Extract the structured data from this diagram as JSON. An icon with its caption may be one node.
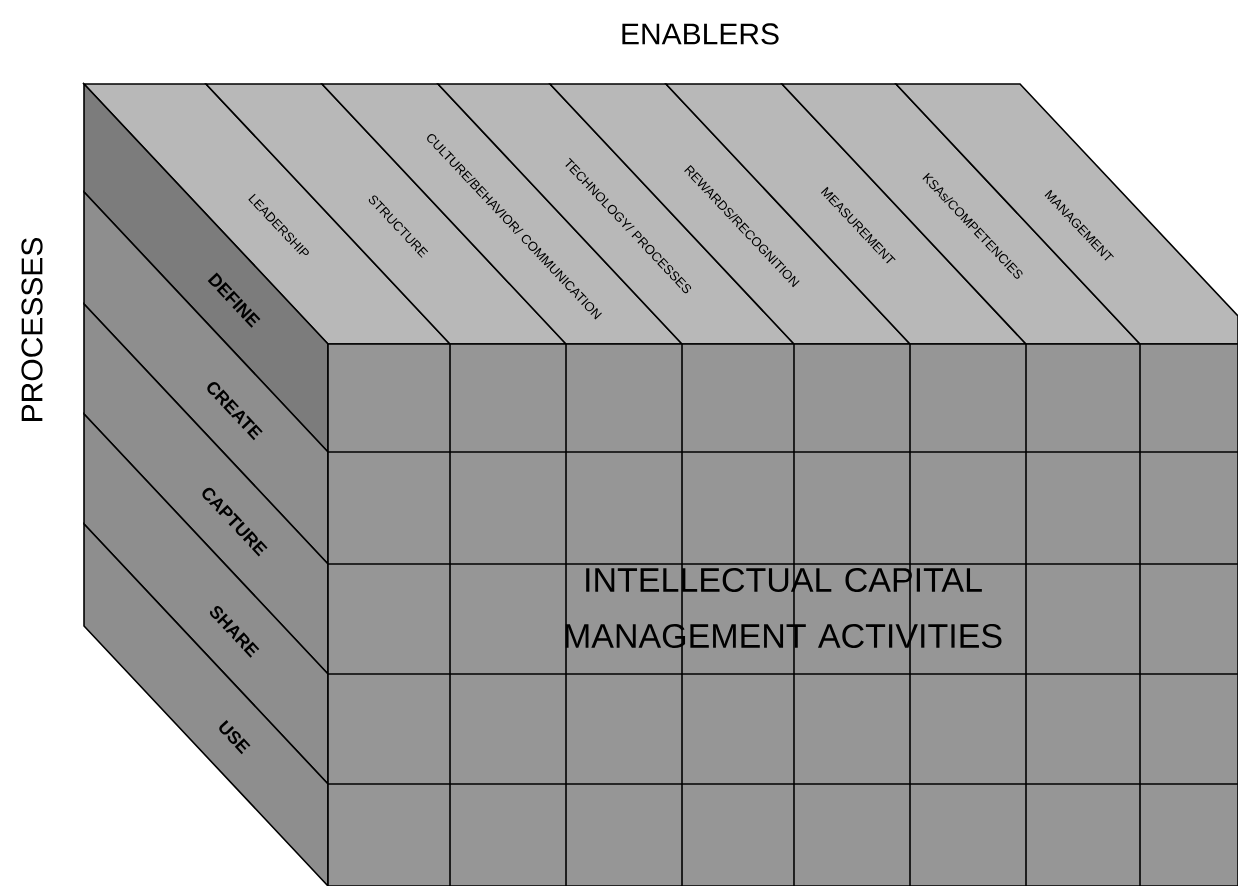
{
  "diagram": {
    "nodes": [
      {
        "text": [
          "LEADERSHIP"
        ]
      },
      {
        "text": [
          "STRUCTURE"
        ]
      },
      {
        "text": [
          "CULTURE/BEHAVIOR/ COMMUNICATION"
        ]
      },
      {
        "text": [
          "TECHNOLOGY/ PROCESSES"
        ]
      },
      {
        "text": [
          "REWARDS/RECOGNITION"
        ]
      },
      {
        "text": [
          "MEASUREMENT"
        ]
      },
      {
        "text": [
          "KSAs/COMPETENCIES"
        ]
      },
      {
        "text": [
          "MANAGEMENT"
        ]
      },
      {
        "text": [
          "DEFINE"
        ]
      },
      {
        "text": [
          "CREATE"
        ]
      },
      {
        "text": [
          "CAPTURE"
        ]
      },
      {
        "text": [
          "SHARE"
        ]
      },
      {
        "text": [
          "USE"
        ]
      },
      {
        "text": [
          "INTELLECTUAL CAPITAL MANAGEMENT ACTIVITIES"
        ]
      }
    ],
    "labels": [
      "ENABLERS",
      "PROCESSES"
    ]
  }
}
